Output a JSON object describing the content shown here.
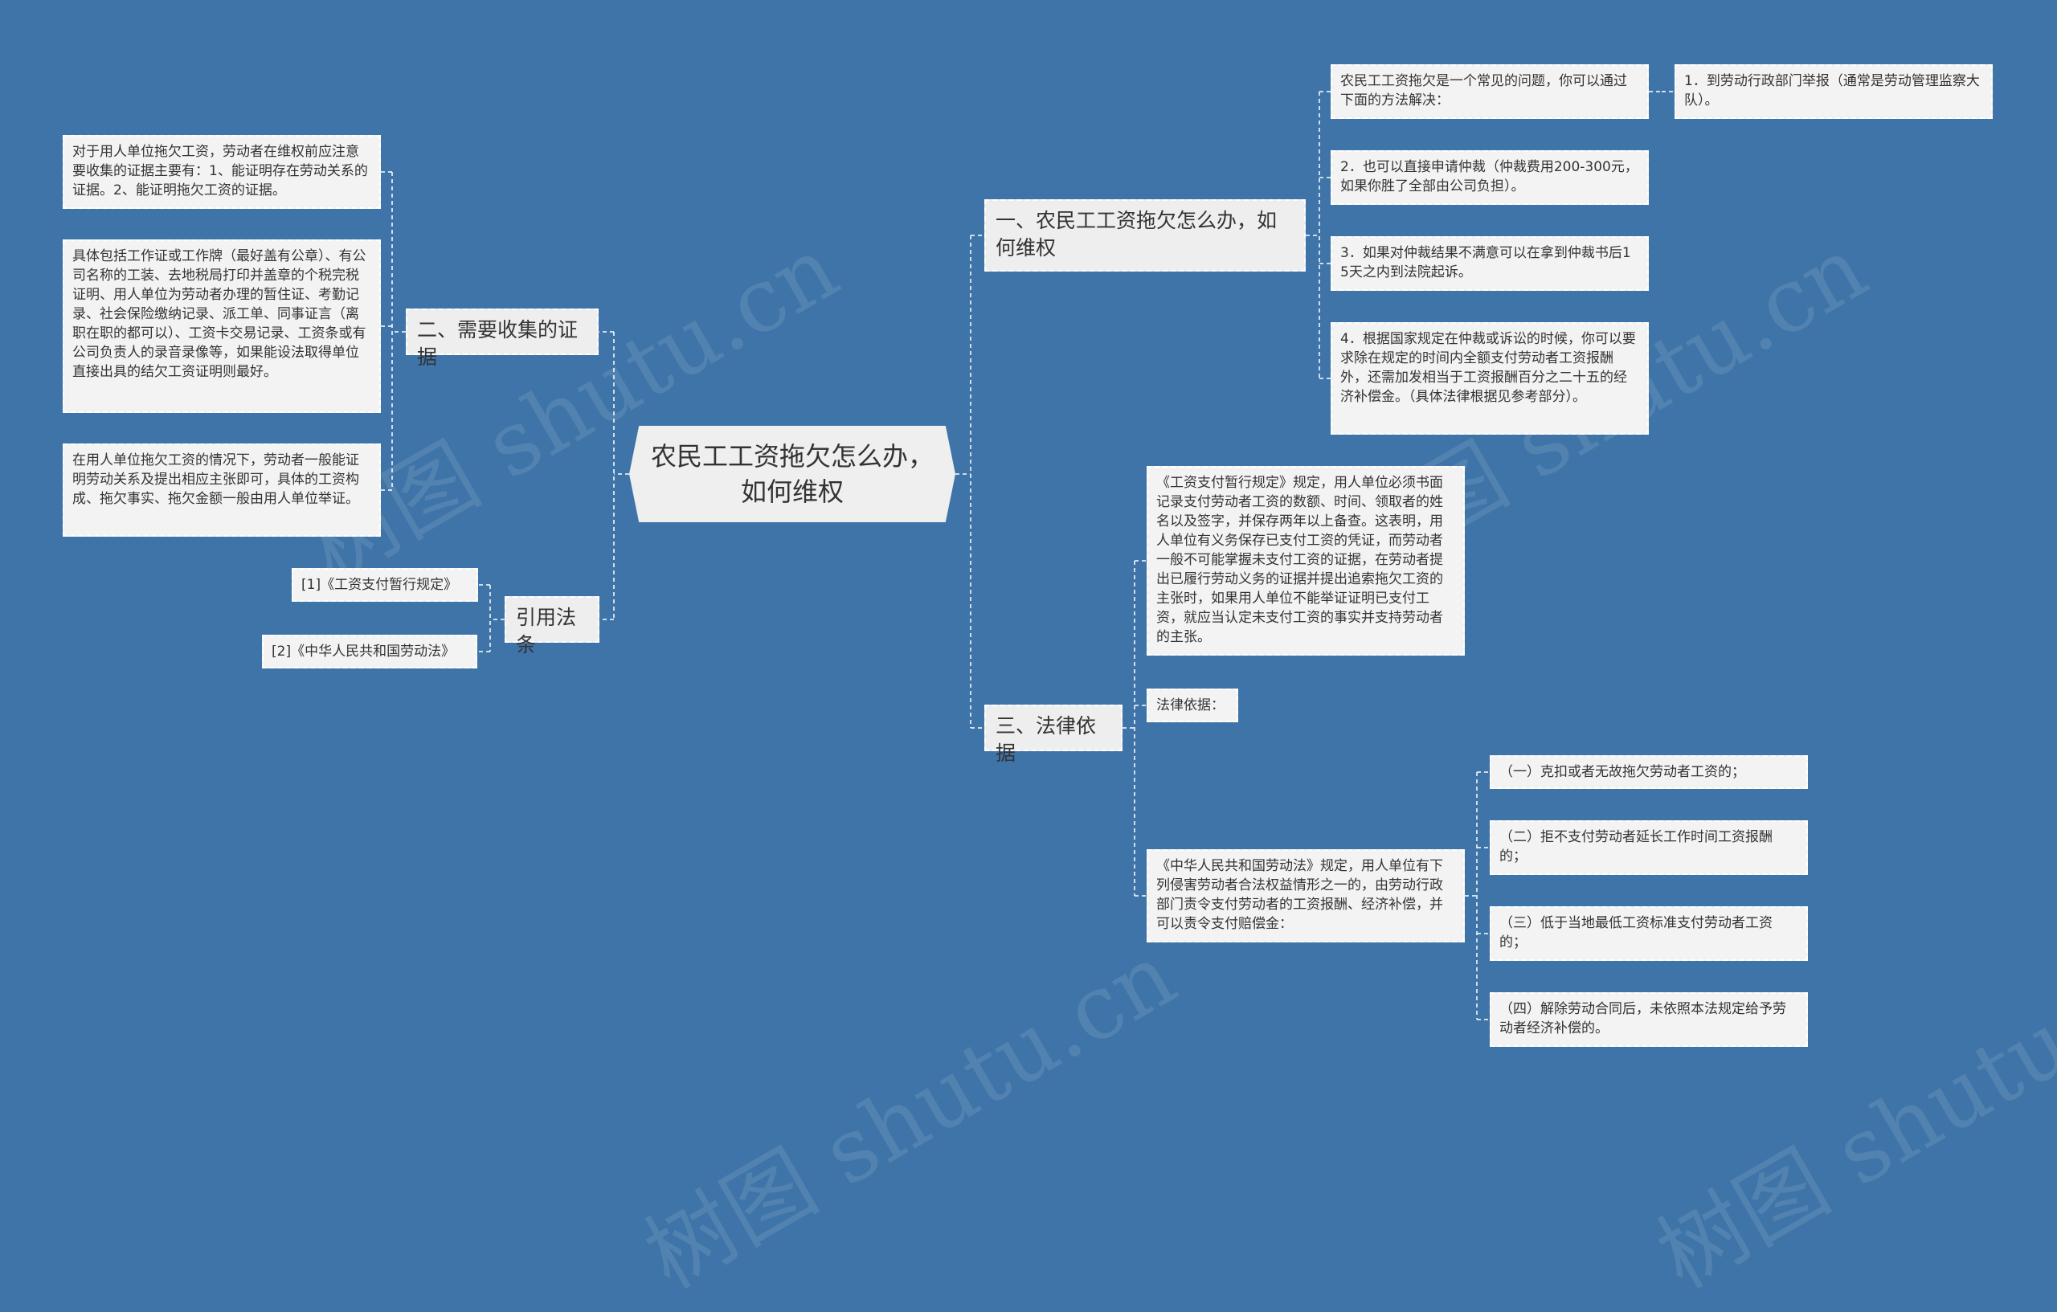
{
  "root": {
    "title": "农民工工资拖欠怎么办，如何维权"
  },
  "branches": {
    "b1": {
      "label": "一、农民工工资拖欠怎么办，如何维权",
      "leaves": [
        "农民工工资拖欠是一个常见的问题，你可以通过下面的方法解决：",
        "2．也可以直接申请仲裁（仲裁费用200-300元，如果你胜了全部由公司负担）。",
        "3．如果对仲裁结果不满意可以在拿到仲裁书后15天之内到法院起诉。",
        "4．根据国家规定在仲裁或诉讼的时候，你可以要求除在规定的时间内全额支付劳动者工资报酬外，还需加发相当于工资报酬百分之二十五的经济补偿金。（具体法律根据见参考部分）。"
      ],
      "sub_leaf": "1．到劳动行政部门举报（通常是劳动管理监察大队）。"
    },
    "b2": {
      "label": "二、需要收集的证据",
      "leaves": [
        "对于用人单位拖欠工资，劳动者在维权前应注意要收集的证据主要有：1、能证明存在劳动关系的证据。2、能证明拖欠工资的证据。",
        "具体包括工作证或工作牌（最好盖有公章）、有公司名称的工装、去地税局打印并盖章的个税完税证明、用人单位为劳动者办理的暂住证、考勤记录、社会保险缴纳记录、派工单、同事证言（离职在职的都可以）、工资卡交易记录、工资条或有公司负责人的录音录像等，如果能设法取得单位直接出具的结欠工资证明则最好。",
        "在用人单位拖欠工资的情况下，劳动者一般能证明劳动关系及提出相应主张即可，具体的工资构成、拖欠事实、拖欠金额一般由用人单位举证。"
      ]
    },
    "b3": {
      "label": "三、法律依据",
      "leaves": [
        "《工资支付暂行规定》规定，用人单位必须书面记录支付劳动者工资的数额、时间、领取者的姓名以及签字，并保存两年以上备查。这表明，用人单位有义务保存已支付工资的凭证，而劳动者一般不可能掌握未支付工资的证据，在劳动者提出已履行劳动义务的证据并提出追索拖欠工资的主张时，如果用人单位不能举证证明已支付工资，就应当认定未支付工资的事实并支持劳动者的主张。",
        "法律依据：",
        "《中华人民共和国劳动法》规定，用人单位有下列侵害劳动者合法权益情形之一的，由劳动行政部门责令支付劳动者的工资报酬、经济补偿，并可以责令支付赔偿金："
      ],
      "sub_leaves": [
        "（一）克扣或者无故拖欠劳动者工资的；",
        "（二）拒不支付劳动者延长工作时间工资报酬的；",
        "（三）低于当地最低工资标准支付劳动者工资的；",
        "（四）解除劳动合同后，未依照本法规定给予劳动者经济补偿的。"
      ]
    },
    "b4": {
      "label": "引用法条",
      "leaves": [
        "[1]《工资支付暂行规定》",
        "[2]《中华人民共和国劳动法》"
      ]
    }
  },
  "watermark": "树图 shutu.cn",
  "colors": {
    "background": "#3e74a8",
    "node": "#f3f3f3",
    "line": "#ffffff"
  }
}
